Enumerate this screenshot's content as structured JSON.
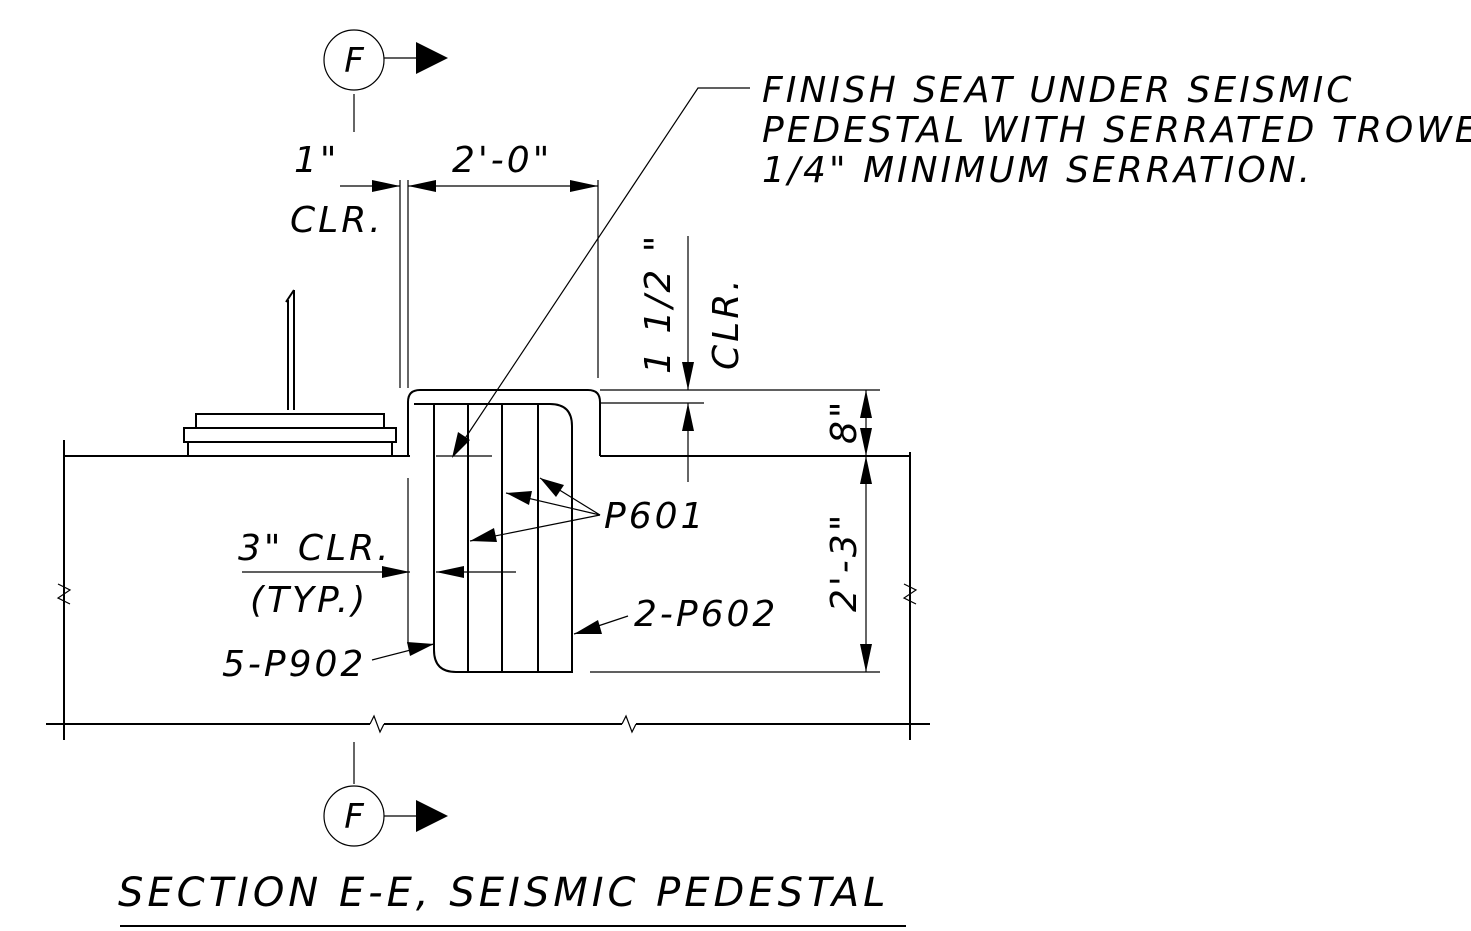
{
  "section_marker": {
    "letter": "F"
  },
  "note": {
    "line1": "FINISH SEAT UNDER SEISMIC",
    "line2": "PEDESTAL WITH SERRATED TROWEL,",
    "line3": "1/4\" MINIMUM SERRATION."
  },
  "dimensions": {
    "top_clear": "1\"",
    "top_clear_label": "CLR.",
    "pedestal_width": "2'-0\"",
    "vertical_clear": "1 1/2 \"",
    "vertical_clear_label": "CLR.",
    "pedestal_height": "8\"",
    "footing_depth": "2'-3\"",
    "side_clear": "3\" CLR.",
    "side_clear_note": "(TYP.)"
  },
  "rebar_labels": {
    "p601": "P601",
    "p602": "2-P602",
    "p902": "5-P902"
  },
  "title": "SECTION E-E, SEISMIC PEDESTAL"
}
